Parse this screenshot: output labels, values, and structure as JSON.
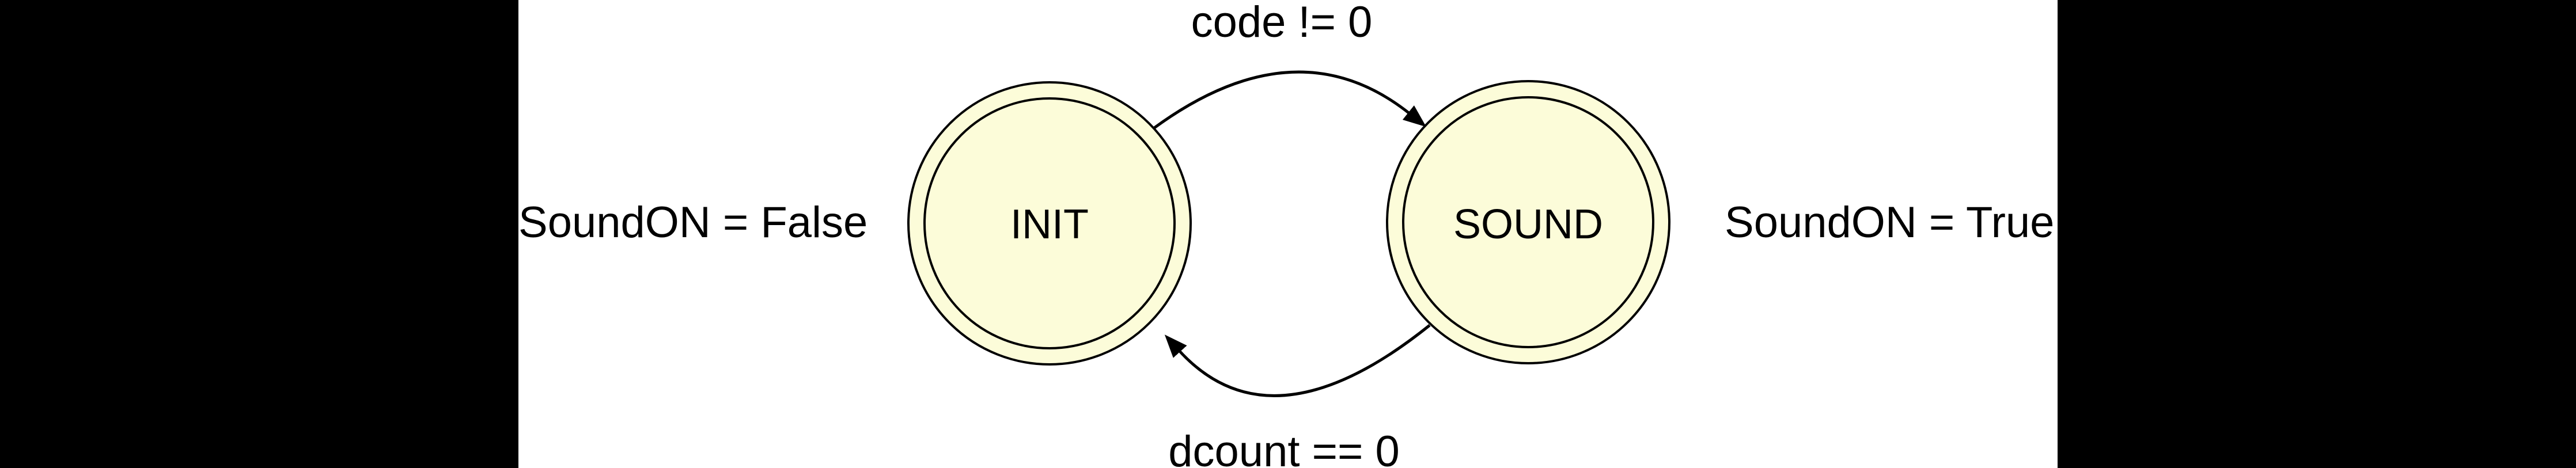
{
  "diagram": {
    "type": "state-machine",
    "states": [
      {
        "name": "INIT",
        "annotation": "SoundON = False"
      },
      {
        "name": "SOUND",
        "annotation": "SoundON = True"
      }
    ],
    "transitions": [
      {
        "from": "INIT",
        "to": "SOUND",
        "condition": "code != 0"
      },
      {
        "from": "SOUND",
        "to": "INIT",
        "condition": "dcount == 0"
      }
    ],
    "colors": {
      "state_fill": "#FCFCD9",
      "state_border": "#000000",
      "arrow": "#000000",
      "background": "#FFFFFF",
      "pillarbox": "#000000"
    }
  }
}
